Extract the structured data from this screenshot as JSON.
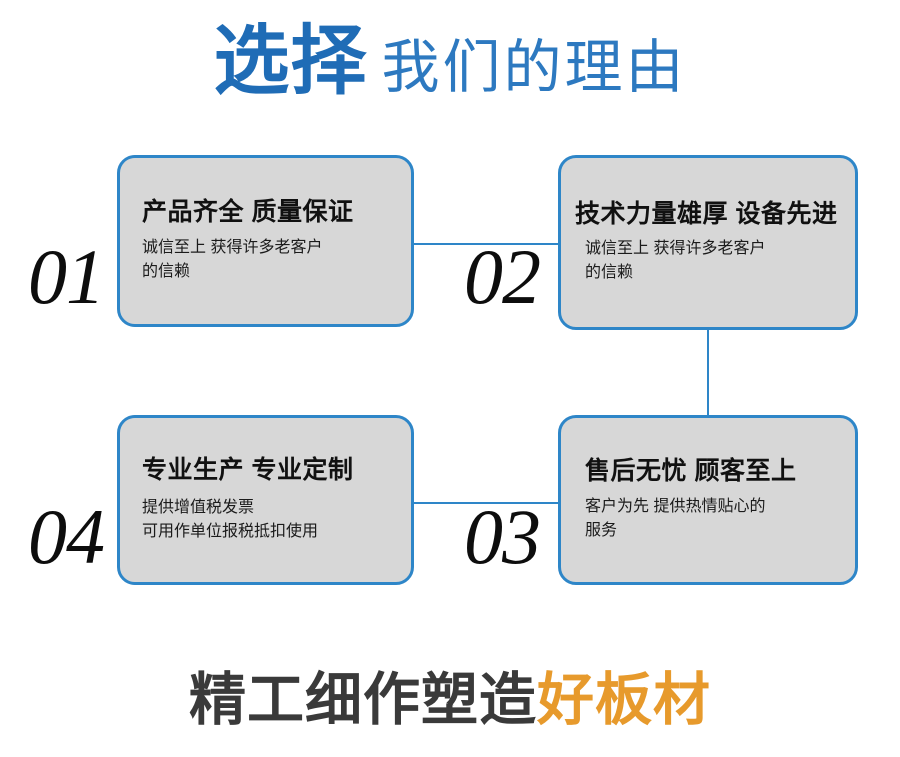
{
  "header": {
    "emphasis": "选择",
    "rest": "我们的理由",
    "color_strong": "#1F6CB6",
    "color_light": "#2D79C0"
  },
  "cards": [
    {
      "number": "01",
      "title": "产品齐全 质量保证",
      "body_lines": [
        "诚信至上 获得许多老客户",
        "的信赖"
      ]
    },
    {
      "number": "02",
      "title": "技术力量雄厚 设备先进",
      "body_lines": [
        "诚信至上 获得许多老客户",
        "的信赖"
      ]
    },
    {
      "number": "03",
      "title": "售后无忧 顾客至上",
      "body_lines": [
        "客户为先 提供热情贴心的",
        "服务"
      ]
    },
    {
      "number": "04",
      "title": "专业生产 专业定制",
      "body_lines": [
        "提供增值税发票",
        "可用作单位报税抵扣使用"
      ]
    }
  ],
  "footer": {
    "lead": "精工细作塑造",
    "accent": "好板材",
    "color_lead": "#3A3A3A",
    "color_accent": "#E79A2C"
  },
  "theme": {
    "card_fill": "#D7D7D7",
    "card_border": "#2E86C8",
    "connector": "#2E86C8",
    "background": "#FFFFFF"
  }
}
